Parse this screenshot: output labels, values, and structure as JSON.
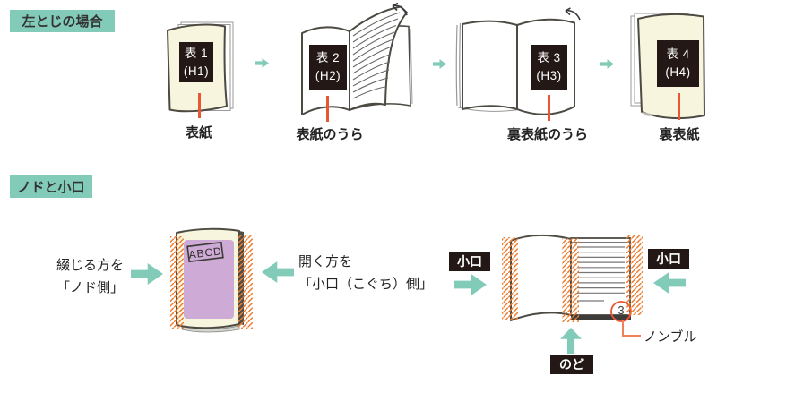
{
  "section1": {
    "badge": "左とじの場合",
    "steps": [
      {
        "label_line1": "表 1",
        "label_line2": "(H1)",
        "caption": "表紙"
      },
      {
        "label_line1": "表 2",
        "label_line2": "(H2)",
        "caption": "表紙のうら"
      },
      {
        "label_line1": "表 3",
        "label_line2": "(H3)",
        "caption": "裏表紙のうら"
      },
      {
        "label_line1": "表 4",
        "label_line2": "(H4)",
        "caption": "裏表紙"
      }
    ]
  },
  "section2": {
    "badge": "ノドと小口",
    "cover_text": "ABCD",
    "bind_label_line1": "綴じる方を",
    "bind_label_line2": "「ノド側」",
    "open_label_line1": "開く方を",
    "open_label_line2": "「小口（こぐち）側」",
    "koguchi_left": "小口",
    "koguchi_right": "小口",
    "nodo": "のど",
    "page_number": "3",
    "nombre": "ノンブル"
  },
  "colors": {
    "teal": "#82CBB8",
    "cream": "#F8F5DE",
    "lavender": "#CEABD6",
    "hatch_orange": "#ED7D31",
    "pointer_red": "#EA5532",
    "label_black": "#231815"
  }
}
